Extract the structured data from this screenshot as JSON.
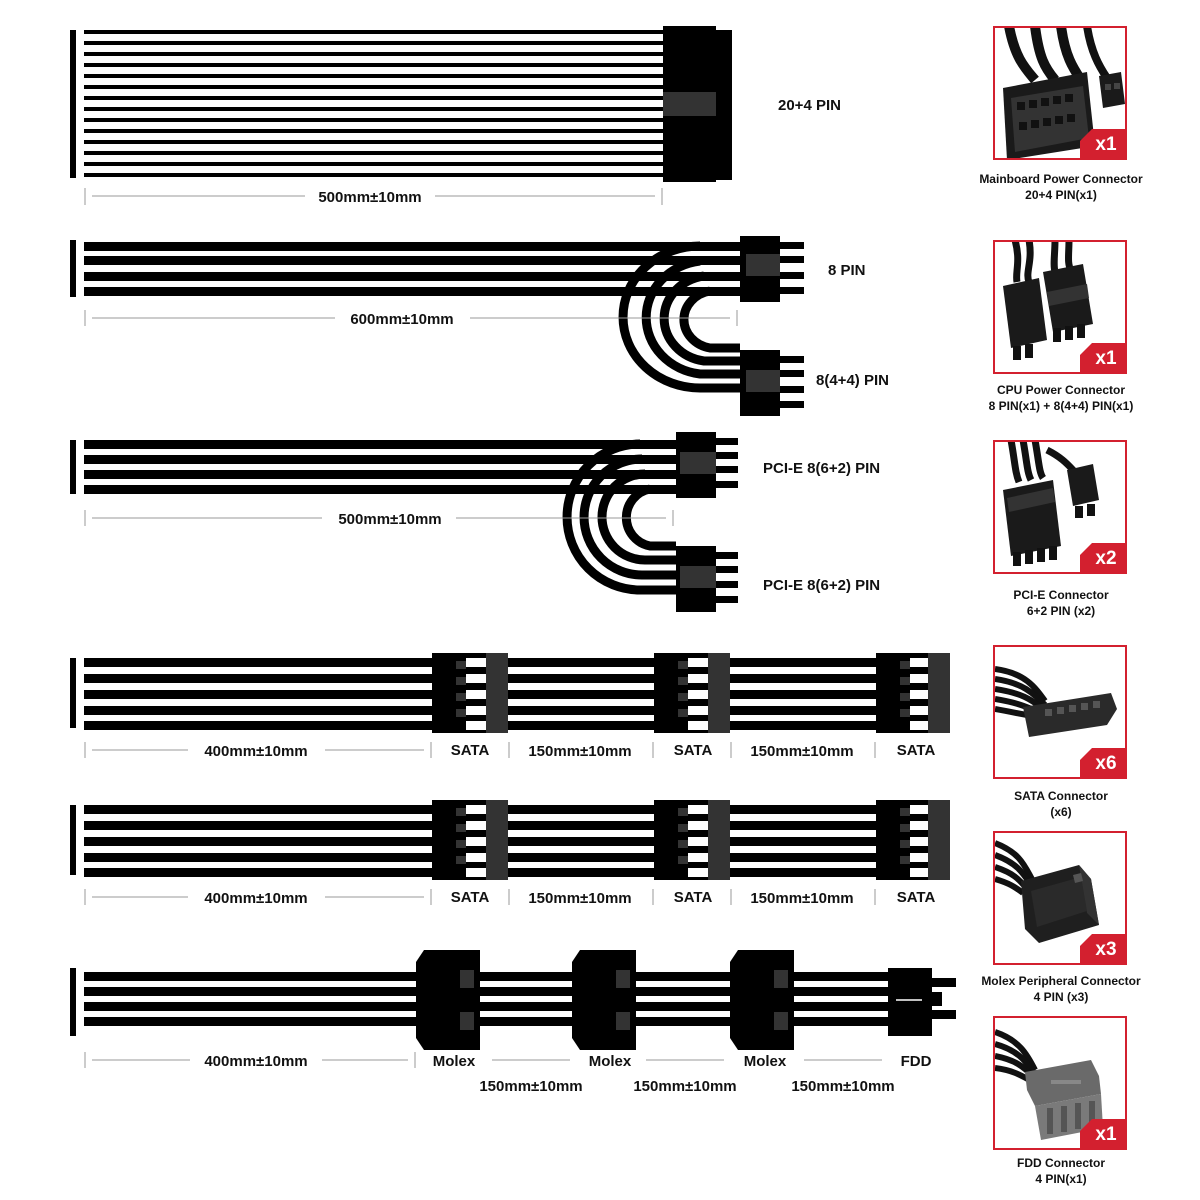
{
  "rows": {
    "mainboard": {
      "label": "20+4 PIN",
      "length": "500mm±10mm"
    },
    "cpu": {
      "label_top": "8 PIN",
      "label_bottom": "8(4+4) PIN",
      "length": "600mm±10mm"
    },
    "pcie": {
      "label_top": "PCI-E 8(6+2) PIN",
      "label_bottom": "PCI-E 8(6+2) PIN",
      "length": "500mm±10mm"
    },
    "sata1": {
      "connectors": [
        "SATA",
        "SATA",
        "SATA"
      ],
      "lengths": [
        "400mm±10mm",
        "150mm±10mm",
        "150mm±10mm"
      ]
    },
    "sata2": {
      "connectors": [
        "SATA",
        "SATA",
        "SATA"
      ],
      "lengths": [
        "400mm±10mm",
        "150mm±10mm",
        "150mm±10mm"
      ]
    },
    "molex": {
      "connectors": [
        "Molex",
        "Molex",
        "Molex",
        "FDD"
      ],
      "lengths": [
        "400mm±10mm",
        "150mm±10mm",
        "150mm±10mm",
        "150mm±10mm"
      ]
    }
  },
  "cards": [
    {
      "badge": "x1",
      "title": "Mainboard Power Connector",
      "subtitle": "20+4 PIN(x1)",
      "icon": "atx-24pin-connector-icon"
    },
    {
      "badge": "x1",
      "title": "CPU Power Connector",
      "subtitle": "8 PIN(x1) + 8(4+4) PIN(x1)",
      "icon": "cpu-8pin-connector-icon"
    },
    {
      "badge": "x2",
      "title": "PCI-E Connector",
      "subtitle": "6+2 PIN (x2)",
      "icon": "pcie-connector-icon"
    },
    {
      "badge": "x6",
      "title": "SATA  Connector",
      "subtitle": "(x6)",
      "icon": "sata-connector-icon"
    },
    {
      "badge": "x3",
      "title": "Molex Peripheral Connector",
      "subtitle": "4 PIN (x3)",
      "icon": "molex-connector-icon"
    },
    {
      "badge": "x1",
      "title": "FDD Connector",
      "subtitle": "4 PIN(x1)",
      "icon": "fdd-connector-icon"
    }
  ],
  "colors": {
    "accent": "#d3202f",
    "cable": "#000000",
    "dimension_line": "#999999"
  }
}
